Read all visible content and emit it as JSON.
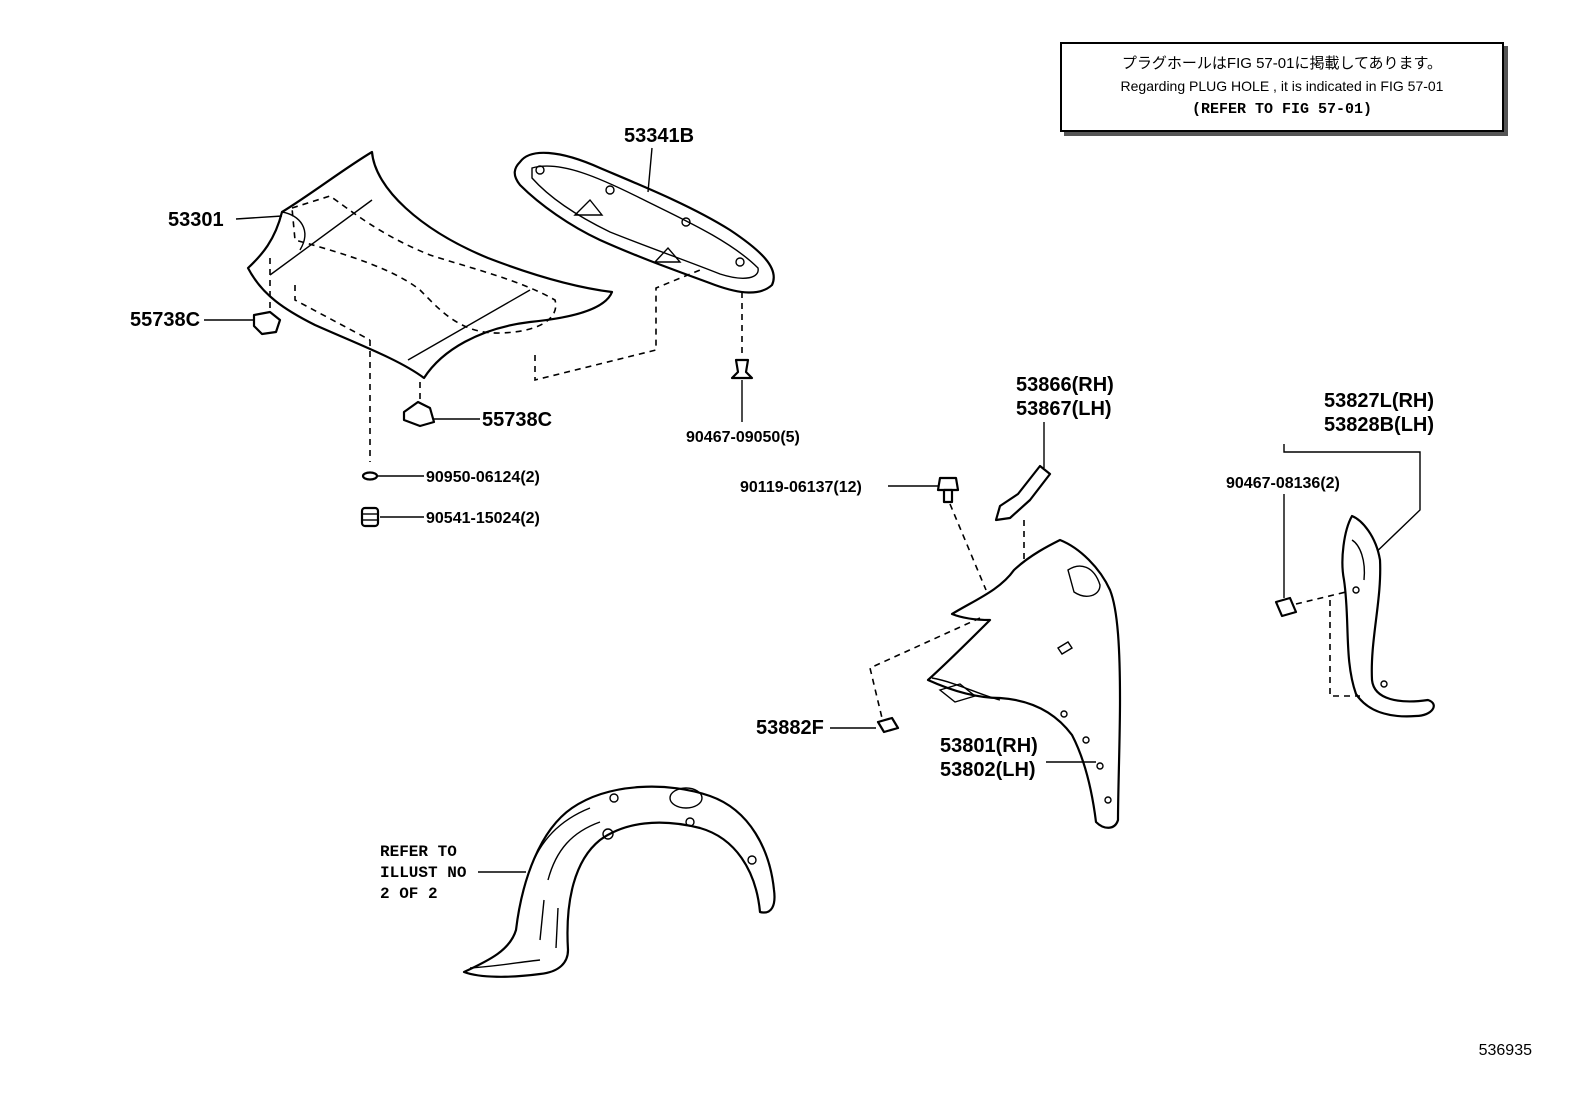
{
  "note": {
    "japanese": "プラグホールはFIG 57-01に掲載してあります。",
    "english": "Regarding PLUG HOLE , it is indicated in FIG 57-01",
    "refer": "(REFER TO FIG 57-01)"
  },
  "labels": {
    "p53301": "53301",
    "p53341B": "53341B",
    "p55738C_left": "55738C",
    "p55738C_bottom": "55738C",
    "p90950": "90950-06124(2)",
    "p90541": "90541-15024(2)",
    "p90467_09050": "90467-09050(5)",
    "p53866": "53866(RH)",
    "p53867": "53867(LH)",
    "p90119": "90119-06137(12)",
    "p53827L": "53827L(RH)",
    "p53828B": "53828B(LH)",
    "p90467_08136": "90467-08136(2)",
    "p53882F": "53882F",
    "p53801": "53801(RH)",
    "p53802": "53802(LH)",
    "refer_line1": "REFER TO",
    "refer_line2": "ILLUST NO",
    "refer_line3": "2 OF 2"
  },
  "image_id": "536935"
}
